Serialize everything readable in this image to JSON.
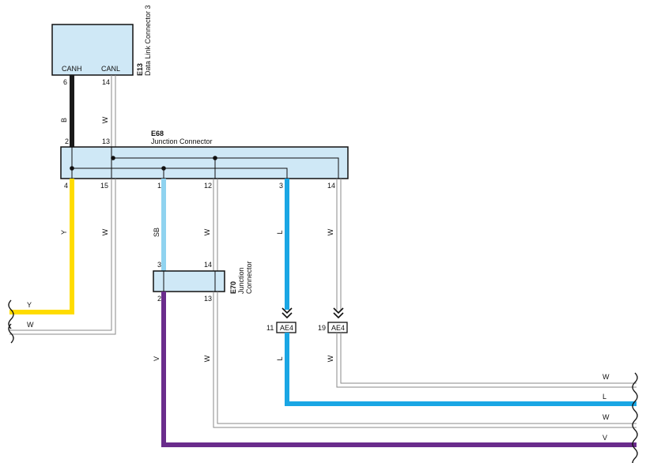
{
  "colors": {
    "box_fill": "#cfe8f6",
    "wire_B": "#1a1a1a",
    "wire_Y": "#ffdc00",
    "wire_SB": "#8fd3f0",
    "wire_L": "#1aa6e4",
    "wire_V": "#6a2c8c",
    "wire_W": "#8a8a8a"
  },
  "e13": {
    "code": "E13",
    "name": "Data Link Connector 3",
    "canh": "CANH",
    "canl": "CANL",
    "pin_canh": "6",
    "pin_canl": "14"
  },
  "e68": {
    "code": "E68",
    "name": "Junction Connector",
    "top_pins": [
      "2",
      "13"
    ],
    "bottom_pins": [
      "4",
      "15",
      "1",
      "12",
      "3",
      "14"
    ]
  },
  "e70": {
    "code": "E70",
    "name_line1": "Junction",
    "name_line2": "Connector",
    "top_pins": [
      "3",
      "14"
    ],
    "bottom_pins": [
      "2",
      "13"
    ]
  },
  "ae4": {
    "code": "AE4",
    "pin_a": "11",
    "pin_b": "19"
  },
  "wire_labels": {
    "b": "B",
    "w": "W",
    "y": "Y",
    "sb": "SB",
    "l": "L",
    "v": "V"
  }
}
